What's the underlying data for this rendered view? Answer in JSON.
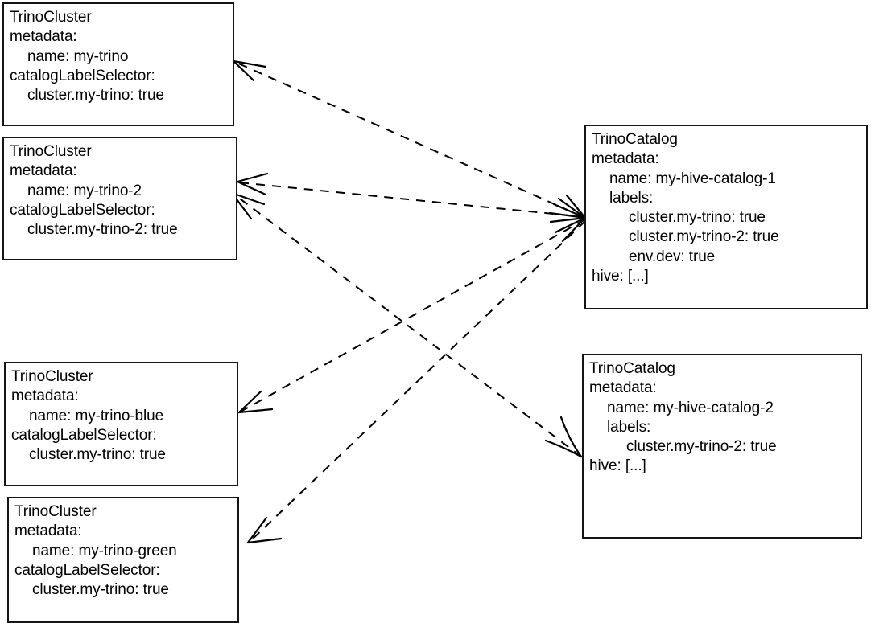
{
  "diagram": {
    "title": "TrinoCluster catalogLabelSelector to TrinoCatalog labels matching diagram",
    "type": "entity-relationship-diagram",
    "colors": {
      "background": "#ffffff",
      "box_border": "#151515",
      "text": "#000000",
      "edge": "#000000"
    },
    "edge_style": "dashed",
    "edge_arrowhead": "open-barbed"
  },
  "nodes": [
    {
      "id": "cluster-my-trino",
      "kind": "TrinoCluster",
      "name": "my-trino",
      "lines": [
        {
          "text": "TrinoCluster",
          "indent": 0
        },
        {
          "text": "metadata:",
          "indent": 0
        },
        {
          "text": "name: my-trino",
          "indent": 1
        },
        {
          "text": "catalogLabelSelector:",
          "indent": 0
        },
        {
          "text": "cluster.my-trino: true",
          "indent": 1
        }
      ]
    },
    {
      "id": "cluster-my-trino-2",
      "kind": "TrinoCluster",
      "name": "my-trino-2",
      "lines": [
        {
          "text": "TrinoCluster",
          "indent": 0
        },
        {
          "text": "metadata:",
          "indent": 0
        },
        {
          "text": "name: my-trino-2",
          "indent": 1
        },
        {
          "text": "catalogLabelSelector:",
          "indent": 0
        },
        {
          "text": "cluster.my-trino-2: true",
          "indent": 1
        }
      ]
    },
    {
      "id": "cluster-my-trino-blue",
      "kind": "TrinoCluster",
      "name": "my-trino-blue",
      "lines": [
        {
          "text": "TrinoCluster",
          "indent": 0
        },
        {
          "text": "metadata:",
          "indent": 0
        },
        {
          "text": "name: my-trino-blue",
          "indent": 1
        },
        {
          "text": "catalogLabelSelector:",
          "indent": 0
        },
        {
          "text": "cluster.my-trino: true",
          "indent": 1
        }
      ]
    },
    {
      "id": "cluster-my-trino-green",
      "kind": "TrinoCluster",
      "name": "my-trino-green",
      "lines": [
        {
          "text": "TrinoCluster",
          "indent": 0
        },
        {
          "text": "metadata:",
          "indent": 0
        },
        {
          "text": "name: my-trino-green",
          "indent": 1
        },
        {
          "text": "catalogLabelSelector:",
          "indent": 0
        },
        {
          "text": "cluster.my-trino: true",
          "indent": 1
        }
      ]
    },
    {
      "id": "catalog-my-hive-catalog-1",
      "kind": "TrinoCatalog",
      "name": "my-hive-catalog-1",
      "lines": [
        {
          "text": "TrinoCatalog",
          "indent": 0
        },
        {
          "text": "metadata:",
          "indent": 0
        },
        {
          "text": "name: my-hive-catalog-1",
          "indent": 1
        },
        {
          "text": "labels:",
          "indent": 1
        },
        {
          "text": "cluster.my-trino: true",
          "indent": 2
        },
        {
          "text": "cluster.my-trino-2: true",
          "indent": 2
        },
        {
          "text": "env.dev: true",
          "indent": 2
        },
        {
          "text": "hive: [...]",
          "indent": 0
        }
      ]
    },
    {
      "id": "catalog-my-hive-catalog-2",
      "kind": "TrinoCatalog",
      "name": "my-hive-catalog-2",
      "lines": [
        {
          "text": "TrinoCatalog",
          "indent": 0
        },
        {
          "text": "metadata:",
          "indent": 0
        },
        {
          "text": "name: my-hive-catalog-2",
          "indent": 1
        },
        {
          "text": "labels:",
          "indent": 1
        },
        {
          "text": "cluster.my-trino-2: true",
          "indent": 2
        },
        {
          "text": "hive: [...]",
          "indent": 0
        }
      ]
    }
  ],
  "edges": [
    {
      "id": "edge-catalog1-to-my-trino",
      "from": "catalog-my-hive-catalog-1",
      "to": "cluster-my-trino"
    },
    {
      "id": "edge-catalog1-to-my-trino-2",
      "from": "catalog-my-hive-catalog-1",
      "to": "cluster-my-trino-2"
    },
    {
      "id": "edge-catalog1-to-my-trino-blue",
      "from": "catalog-my-hive-catalog-1",
      "to": "cluster-my-trino-blue"
    },
    {
      "id": "edge-catalog1-to-my-trino-green",
      "from": "catalog-my-hive-catalog-1",
      "to": "cluster-my-trino-green"
    },
    {
      "id": "edge-catalog2-to-my-trino-2",
      "from": "catalog-my-hive-catalog-2",
      "to": "cluster-my-trino-2"
    }
  ]
}
